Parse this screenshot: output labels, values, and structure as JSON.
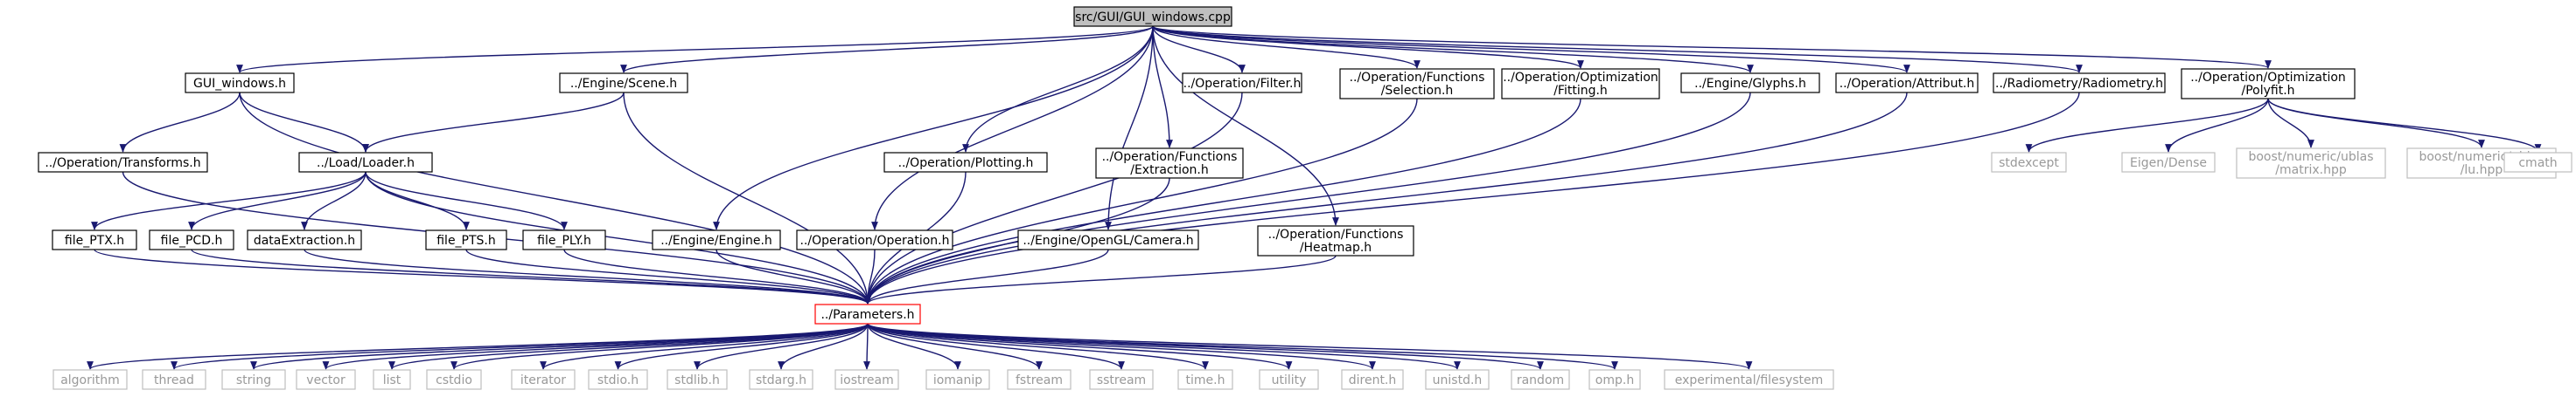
{
  "graph": {
    "nodes": [
      {
        "id": "root",
        "lines": [
          "src/GUI/GUI_windows.cpp"
        ],
        "kind": "root"
      },
      {
        "id": "gui_h",
        "lines": [
          "GUI_windows.h"
        ],
        "kind": "local"
      },
      {
        "id": "scene",
        "lines": [
          "../Engine/Scene.h"
        ],
        "kind": "local"
      },
      {
        "id": "filter",
        "lines": [
          "../Operation/Filter.h"
        ],
        "kind": "local"
      },
      {
        "id": "selection",
        "lines": [
          "../Operation/Functions",
          "/Selection.h"
        ],
        "kind": "local"
      },
      {
        "id": "fitting",
        "lines": [
          "../Operation/Optimization",
          "/Fitting.h"
        ],
        "kind": "local"
      },
      {
        "id": "glyphs",
        "lines": [
          "../Engine/Glyphs.h"
        ],
        "kind": "local"
      },
      {
        "id": "attribut",
        "lines": [
          "../Operation/Attribut.h"
        ],
        "kind": "local"
      },
      {
        "id": "radiometry",
        "lines": [
          "../Radiometry/Radiometry.h"
        ],
        "kind": "local"
      },
      {
        "id": "polyfit",
        "lines": [
          "../Operation/Optimization",
          "/Polyfit.h"
        ],
        "kind": "local"
      },
      {
        "id": "transforms",
        "lines": [
          "../Operation/Transforms.h"
        ],
        "kind": "local"
      },
      {
        "id": "loader",
        "lines": [
          "../Load/Loader.h"
        ],
        "kind": "local"
      },
      {
        "id": "plotting",
        "lines": [
          "../Operation/Plotting.h"
        ],
        "kind": "local"
      },
      {
        "id": "extraction",
        "lines": [
          "../Operation/Functions",
          "/Extraction.h"
        ],
        "kind": "local"
      },
      {
        "id": "stdexcept",
        "lines": [
          "stdexcept"
        ],
        "kind": "system"
      },
      {
        "id": "eigen",
        "lines": [
          "Eigen/Dense"
        ],
        "kind": "system"
      },
      {
        "id": "matrix",
        "lines": [
          "boost/numeric/ublas",
          "/matrix.hpp"
        ],
        "kind": "system"
      },
      {
        "id": "lu",
        "lines": [
          "boost/numeric/ublas",
          "/lu.hpp"
        ],
        "kind": "system"
      },
      {
        "id": "cmath",
        "lines": [
          "cmath"
        ],
        "kind": "system"
      },
      {
        "id": "file_ptx",
        "lines": [
          "file_PTX.h"
        ],
        "kind": "local"
      },
      {
        "id": "file_pcd",
        "lines": [
          "file_PCD.h"
        ],
        "kind": "local"
      },
      {
        "id": "dataextraction",
        "lines": [
          "dataExtraction.h"
        ],
        "kind": "local"
      },
      {
        "id": "file_pts",
        "lines": [
          "file_PTS.h"
        ],
        "kind": "local"
      },
      {
        "id": "file_ply",
        "lines": [
          "file_PLY.h"
        ],
        "kind": "local"
      },
      {
        "id": "engine",
        "lines": [
          "../Engine/Engine.h"
        ],
        "kind": "local"
      },
      {
        "id": "operation",
        "lines": [
          "../Operation/Operation.h"
        ],
        "kind": "local"
      },
      {
        "id": "camera",
        "lines": [
          "../Engine/OpenGL/Camera.h"
        ],
        "kind": "local"
      },
      {
        "id": "heatmap",
        "lines": [
          "../Operation/Functions",
          "/Heatmap.h"
        ],
        "kind": "local"
      },
      {
        "id": "parameters",
        "lines": [
          "../Parameters.h"
        ],
        "kind": "hub"
      },
      {
        "id": "algorithm",
        "lines": [
          "algorithm"
        ],
        "kind": "system"
      },
      {
        "id": "thread",
        "lines": [
          "thread"
        ],
        "kind": "system"
      },
      {
        "id": "string",
        "lines": [
          "string"
        ],
        "kind": "system"
      },
      {
        "id": "vector",
        "lines": [
          "vector"
        ],
        "kind": "system"
      },
      {
        "id": "list",
        "lines": [
          "list"
        ],
        "kind": "system"
      },
      {
        "id": "cstdio",
        "lines": [
          "cstdio"
        ],
        "kind": "system"
      },
      {
        "id": "iterator",
        "lines": [
          "iterator"
        ],
        "kind": "system"
      },
      {
        "id": "stdio",
        "lines": [
          "stdio.h"
        ],
        "kind": "system"
      },
      {
        "id": "stdlib",
        "lines": [
          "stdlib.h"
        ],
        "kind": "system"
      },
      {
        "id": "stdarg",
        "lines": [
          "stdarg.h"
        ],
        "kind": "system"
      },
      {
        "id": "iostream",
        "lines": [
          "iostream"
        ],
        "kind": "system"
      },
      {
        "id": "iomanip",
        "lines": [
          "iomanip"
        ],
        "kind": "system"
      },
      {
        "id": "fstream",
        "lines": [
          "fstream"
        ],
        "kind": "system"
      },
      {
        "id": "sstream",
        "lines": [
          "sstream"
        ],
        "kind": "system"
      },
      {
        "id": "time",
        "lines": [
          "time.h"
        ],
        "kind": "system"
      },
      {
        "id": "utility",
        "lines": [
          "utility"
        ],
        "kind": "system"
      },
      {
        "id": "dirent",
        "lines": [
          "dirent.h"
        ],
        "kind": "system"
      },
      {
        "id": "unistd",
        "lines": [
          "unistd.h"
        ],
        "kind": "system"
      },
      {
        "id": "random",
        "lines": [
          "random"
        ],
        "kind": "system"
      },
      {
        "id": "omp",
        "lines": [
          "omp.h"
        ],
        "kind": "system"
      },
      {
        "id": "filesystem",
        "lines": [
          "experimental/filesystem"
        ],
        "kind": "system"
      }
    ],
    "edges": [
      [
        "root",
        "gui_h"
      ],
      [
        "root",
        "scene"
      ],
      [
        "root",
        "filter"
      ],
      [
        "root",
        "selection"
      ],
      [
        "root",
        "fitting"
      ],
      [
        "root",
        "glyphs"
      ],
      [
        "root",
        "attribut"
      ],
      [
        "root",
        "radiometry"
      ],
      [
        "root",
        "polyfit"
      ],
      [
        "root",
        "engine"
      ],
      [
        "root",
        "operation"
      ],
      [
        "root",
        "plotting"
      ],
      [
        "root",
        "camera"
      ],
      [
        "root",
        "extraction"
      ],
      [
        "root",
        "heatmap"
      ],
      [
        "gui_h",
        "transforms"
      ],
      [
        "gui_h",
        "loader"
      ],
      [
        "gui_h",
        "parameters"
      ],
      [
        "scene",
        "loader"
      ],
      [
        "scene",
        "parameters"
      ],
      [
        "transforms",
        "parameters"
      ],
      [
        "loader",
        "file_ptx"
      ],
      [
        "loader",
        "file_pcd"
      ],
      [
        "loader",
        "dataextraction"
      ],
      [
        "loader",
        "file_pts"
      ],
      [
        "loader",
        "file_ply"
      ],
      [
        "loader",
        "parameters"
      ],
      [
        "file_ptx",
        "parameters"
      ],
      [
        "file_pcd",
        "parameters"
      ],
      [
        "dataextraction",
        "parameters"
      ],
      [
        "file_pts",
        "parameters"
      ],
      [
        "file_ply",
        "parameters"
      ],
      [
        "engine",
        "parameters"
      ],
      [
        "operation",
        "parameters"
      ],
      [
        "plotting",
        "parameters"
      ],
      [
        "camera",
        "parameters"
      ],
      [
        "extraction",
        "parameters"
      ],
      [
        "heatmap",
        "parameters"
      ],
      [
        "filter",
        "parameters"
      ],
      [
        "selection",
        "parameters"
      ],
      [
        "fitting",
        "parameters"
      ],
      [
        "glyphs",
        "parameters"
      ],
      [
        "attribut",
        "parameters"
      ],
      [
        "radiometry",
        "parameters"
      ],
      [
        "polyfit",
        "stdexcept"
      ],
      [
        "polyfit",
        "eigen"
      ],
      [
        "polyfit",
        "matrix"
      ],
      [
        "polyfit",
        "lu"
      ],
      [
        "polyfit",
        "cmath"
      ],
      [
        "parameters",
        "algorithm"
      ],
      [
        "parameters",
        "thread"
      ],
      [
        "parameters",
        "string"
      ],
      [
        "parameters",
        "vector"
      ],
      [
        "parameters",
        "list"
      ],
      [
        "parameters",
        "cstdio"
      ],
      [
        "parameters",
        "iterator"
      ],
      [
        "parameters",
        "stdio"
      ],
      [
        "parameters",
        "stdlib"
      ],
      [
        "parameters",
        "stdarg"
      ],
      [
        "parameters",
        "iostream"
      ],
      [
        "parameters",
        "iomanip"
      ],
      [
        "parameters",
        "fstream"
      ],
      [
        "parameters",
        "sstream"
      ],
      [
        "parameters",
        "time"
      ],
      [
        "parameters",
        "utility"
      ],
      [
        "parameters",
        "dirent"
      ],
      [
        "parameters",
        "unistd"
      ],
      [
        "parameters",
        "random"
      ],
      [
        "parameters",
        "omp"
      ],
      [
        "parameters",
        "filesystem"
      ]
    ],
    "colors": {
      "edge": "#191970",
      "root_fill": "#bfbfbf",
      "local_border": "#000000",
      "system_border": "#bfbfbf",
      "hub_border": "#ff0000",
      "text": "#000000",
      "system_text": "#999999"
    }
  }
}
